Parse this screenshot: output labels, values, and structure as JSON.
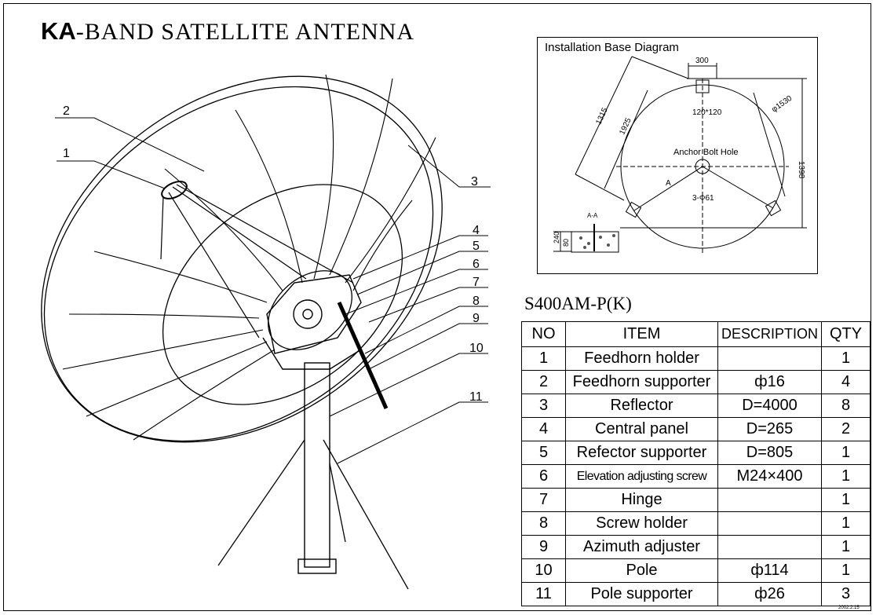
{
  "title": {
    "prefix": "KA",
    "rest": "-BAND SATELLITE ANTENNA"
  },
  "install": {
    "heading": "Installation Base Diagram",
    "dim_300": "300",
    "dim_120": "120*120",
    "dim_1315": "1315",
    "dim_1925": "1925",
    "dim_phi1530": "φ1530",
    "dim_1398": "1398",
    "anchor": "Anchor Bolt Hole",
    "holes": "3-Ф61",
    "mark_a": "A",
    "section": "A-A",
    "dim_240": "240",
    "dim_80": "80"
  },
  "model": "S400AM-P(K)",
  "table": {
    "headers": {
      "no": "NO",
      "item": "ITEM",
      "desc": "DESCRIPTION",
      "qty": "QTY"
    },
    "rows": [
      {
        "no": "1",
        "item": "Feedhorn holder",
        "desc": "",
        "qty": "1"
      },
      {
        "no": "2",
        "item": "Feedhorn supporter",
        "desc": "ф16",
        "qty": "4"
      },
      {
        "no": "3",
        "item": "Reflector",
        "desc": "D=4000",
        "qty": "8"
      },
      {
        "no": "4",
        "item": "Central panel",
        "desc": "D=265",
        "qty": "2"
      },
      {
        "no": "5",
        "item": "Refector supporter",
        "desc": "D=805",
        "qty": "1"
      },
      {
        "no": "6",
        "item": "Elevation adjusting screw",
        "desc": "M24×400",
        "qty": "1"
      },
      {
        "no": "7",
        "item": "Hinge",
        "desc": "",
        "qty": "1"
      },
      {
        "no": "8",
        "item": "Screw holder",
        "desc": "",
        "qty": "1"
      },
      {
        "no": "9",
        "item": "Azimuth adjuster",
        "desc": "",
        "qty": "1"
      },
      {
        "no": "10",
        "item": "Pole",
        "desc": "ф114",
        "qty": "1"
      },
      {
        "no": "11",
        "item": "Pole supporter",
        "desc": "ф26",
        "qty": "3"
      }
    ]
  },
  "callouts": [
    "1",
    "2",
    "3",
    "4",
    "5",
    "6",
    "7",
    "8",
    "9",
    "10",
    "11"
  ],
  "date": "2002.2.15"
}
